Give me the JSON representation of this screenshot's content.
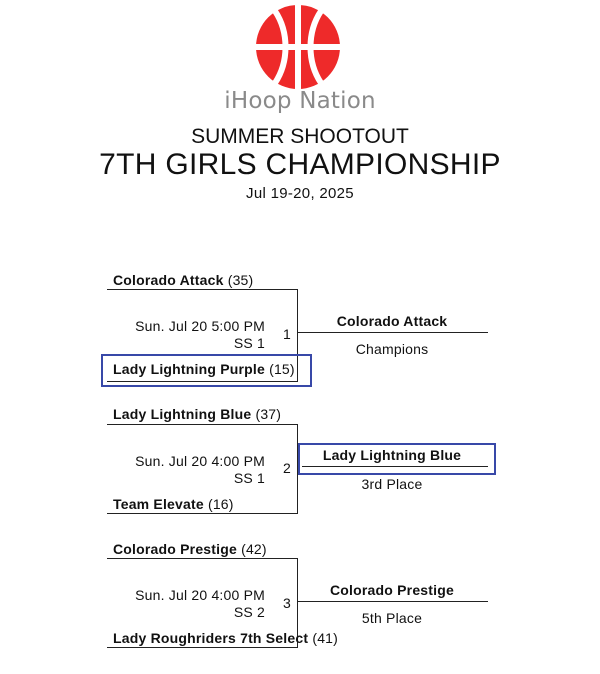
{
  "header": {
    "org": "iHoop Nation",
    "event": "SUMMER SHOOTOUT",
    "division": "7TH GIRLS CHAMPIONSHIP",
    "dates": "Jul 19-20, 2025"
  },
  "games": [
    {
      "top_team": "Colorado Attack",
      "top_score": "(35)",
      "bottom_team": "Lady Lightning Purple",
      "bottom_score": "(15)",
      "time": "Sun. Jul 20 5:00 PM",
      "court": "SS 1",
      "number": "1",
      "winner": "Colorado Attack",
      "place": "Champions"
    },
    {
      "top_team": "Lady Lightning Blue",
      "top_score": "(37)",
      "bottom_team": "Team Elevate",
      "bottom_score": "(16)",
      "time": "Sun. Jul 20 4:00 PM",
      "court": "SS 1",
      "number": "2",
      "winner": "Lady Lightning Blue",
      "place": "3rd Place"
    },
    {
      "top_team": "Colorado Prestige",
      "top_score": "(42)",
      "bottom_team": "Lady Roughriders 7th Select",
      "bottom_score": "(41)",
      "time": "Sun. Jul 20 4:00 PM",
      "court": "SS 2",
      "number": "3",
      "winner": "Colorado Prestige",
      "place": "5th Place"
    }
  ],
  "colors": {
    "logo_red": "#ee2a2a",
    "highlight": "#3848a8",
    "brand_gray": "#8a8a8a"
  }
}
